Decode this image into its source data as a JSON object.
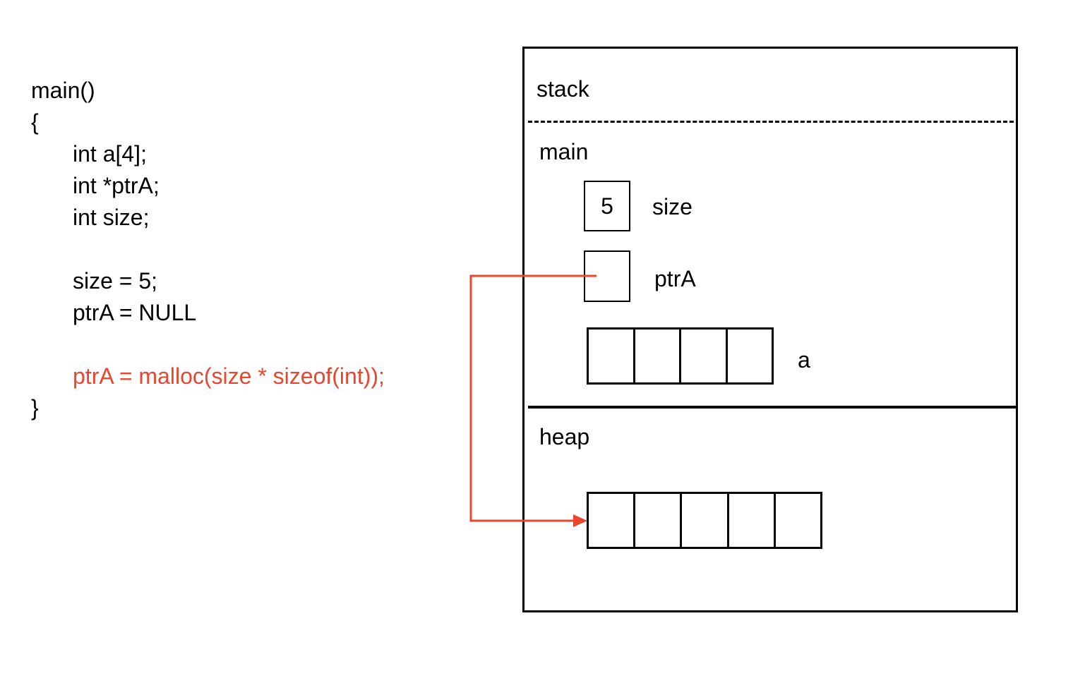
{
  "code": {
    "lines": [
      "main()",
      "{",
      "int a[4];",
      "int *ptrA;",
      "int size;",
      "",
      "size = 5;",
      "ptrA = NULL",
      "",
      "ptrA = malloc(size * sizeof(int));",
      "}"
    ]
  },
  "memory": {
    "stack_label": "stack",
    "main_label": "main",
    "heap_label": "heap",
    "size_var": {
      "name": "size",
      "value": "5"
    },
    "ptr_var": {
      "name": "ptrA",
      "value": ""
    },
    "array_var": {
      "name": "a",
      "length": 4
    },
    "heap_block": {
      "length": 5
    }
  },
  "colors": {
    "highlight": "#e8472d",
    "line": "#000000"
  }
}
